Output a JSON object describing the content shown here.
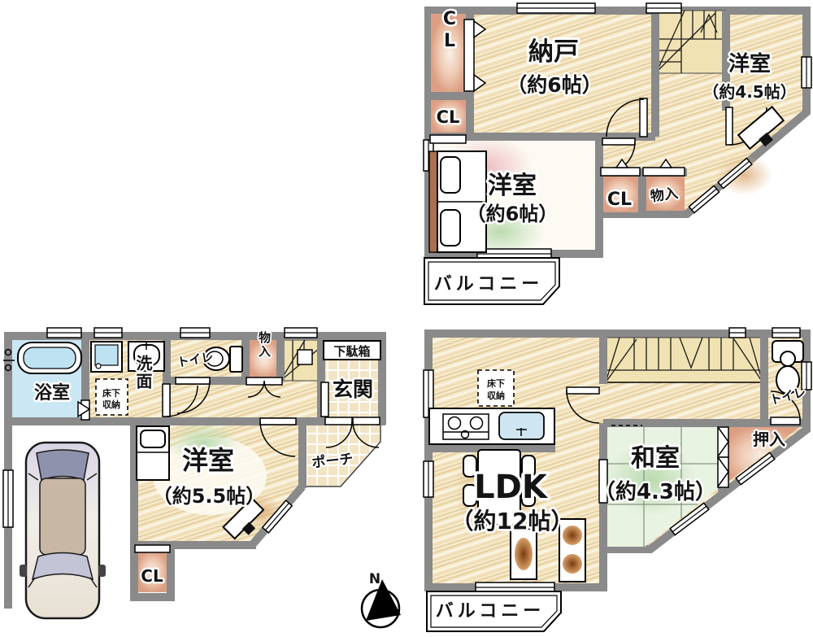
{
  "colors": {
    "wall_gray": "#8a8a8a",
    "wood_cream": "#f5e8c8",
    "tatami_green": "#e9f3e2",
    "bath_blue": "#cbe7f4",
    "closet_pink": "#dca084",
    "stairs_cream": "#f0e2b2"
  },
  "floor3": {
    "closet_tall": "CL",
    "closet_small": "CL",
    "storeroom": "納戸",
    "storeroom_size": "（約6帖）",
    "western_small": "洋室",
    "western_small_size": "（約4.5帖）",
    "western": "洋室",
    "western_size": "（約6帖）",
    "closet": "CL",
    "storage": "物入",
    "balcony": "バルコニー"
  },
  "floor1": {
    "bathroom": "浴室",
    "underfloor_l1": "床下",
    "underfloor_l2": "収納",
    "washroom": "洗面",
    "toilet": "トイレ",
    "storage": "物入",
    "shoe_cabinet": "下駄箱",
    "entrance": "玄関",
    "western": "洋室",
    "western_size": "（約5.5帖）",
    "porch": "ポーチ",
    "closet": "CL"
  },
  "floor2": {
    "underfloor_l1": "床下",
    "underfloor_l2": "収納",
    "ldk": "LDK",
    "ldk_size": "（約12帖）",
    "japanese": "和室",
    "japanese_size": "（約4.3帖）",
    "oshiire": "押入",
    "toilet": "トイレ",
    "balcony": "バルコニー"
  },
  "compass": {
    "north": "N"
  }
}
